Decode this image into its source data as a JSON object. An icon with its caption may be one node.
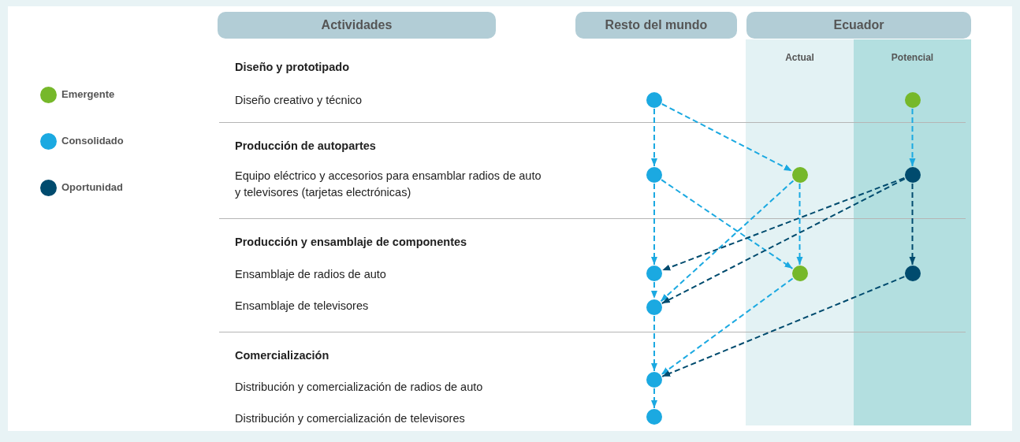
{
  "diagram": {
    "nodes": [
      {
        "text": [
          "Actividades"
        ]
      },
      {
        "text": [
          "Resto del mundo"
        ]
      },
      {
        "text": [
          "Ecuador"
        ]
      },
      {
        "text": [
          "Actual"
        ]
      },
      {
        "text": [
          "Potencial"
        ]
      },
      {
        "text": [],
        "shape": "circle"
      },
      {
        "text": [],
        "shape": "circle",
        "in": 4
      },
      {
        "text": [],
        "shape": "circle"
      },
      {
        "text": [],
        "shape": "circle",
        "in": 3
      },
      {
        "text": [],
        "shape": "circle",
        "in": 4
      },
      {
        "text": [],
        "shape": "circle"
      },
      {
        "text": [],
        "shape": "circle",
        "in": 3
      },
      {
        "text": [],
        "shape": "circle",
        "in": 4
      },
      {
        "text": [],
        "shape": "circle"
      },
      {
        "text": [],
        "shape": "circle"
      },
      {
        "text": [],
        "shape": "circle"
      }
    ],
    "edges": [
      {
        "from": 5,
        "to": 7,
        "arrow": "to",
        "style": "dashed"
      },
      {
        "from": 5,
        "to": 8,
        "arrow": "to",
        "style": "dashed"
      },
      {
        "from": 6,
        "to": 9,
        "arrow": "to",
        "style": "dashed"
      },
      {
        "from": 7,
        "to": 10,
        "arrow": "to",
        "style": "dashed"
      },
      {
        "from": 7,
        "to": 11,
        "arrow": "to",
        "style": "dashed"
      },
      {
        "from": 8,
        "to": 13,
        "arrow": "to",
        "style": "dashed"
      },
      {
        "from": 8,
        "to": 11,
        "arrow": "to",
        "style": "dashed"
      },
      {
        "from": 9,
        "to": 10,
        "arrow": "to",
        "style": "dashed",
        "color": "#004b6e"
      },
      {
        "from": 9,
        "to": 13,
        "arrow": "to",
        "style": "dashed",
        "color": "#004b6e"
      },
      {
        "from": 9,
        "to": 12,
        "arrow": "to",
        "style": "dashed",
        "color": "#004b6e"
      },
      {
        "from": 10,
        "to": 13,
        "arrow": "to",
        "style": "dashed"
      },
      {
        "from": 13,
        "to": 14,
        "arrow": "to",
        "style": "dashed"
      },
      {
        "from": 11,
        "to": 14,
        "arrow": "to",
        "style": "dashed"
      },
      {
        "from": 12,
        "to": 14,
        "arrow": "to",
        "style": "dashed",
        "color": "#004b6e"
      },
      {
        "from": 14,
        "to": 15,
        "arrow": "to",
        "style": "dashed"
      }
    ],
    "labels": [
      "Diseño y prototipado",
      "Diseño creativo y técnico",
      "Producción de autopartes",
      "Equipo eléctrico y accesorios para ensamblar radios de auto y televisores (tarjetas electrónicas)",
      "Producción y ensamblaje de componentes",
      "Ensamblaje de radios de auto",
      "Ensamblaje de televisores",
      "Comercialización",
      "Distribución y comercialización de radios de auto",
      "Distribución y comercialización de televisores"
    ],
    "legend": [
      {
        "text": "Emergente",
        "color": "#76b82a"
      },
      {
        "text": "Consolidado",
        "color": "#1ba9e1"
      },
      {
        "text": "Oportunidad",
        "color": "#004b6e"
      }
    ]
  }
}
